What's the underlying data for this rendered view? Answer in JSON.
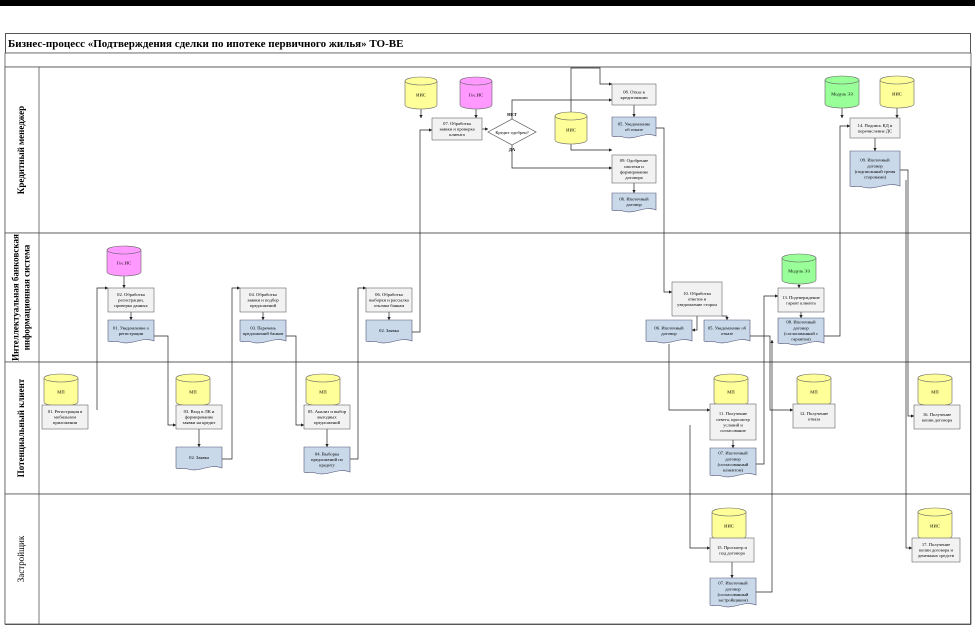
{
  "title": "Бизнес-процесс «Подтверждения сделки по ипотеке первичного жилья» ТО-ВЕ",
  "colors": {
    "db_yellow": "#ffff99",
    "db_pink": "#ff99ff",
    "db_green": "#99ff99",
    "document": "#c9d9ea",
    "process": "#f2f2f2",
    "line": "#222222"
  },
  "lanes": [
    {
      "id": "credit-manager",
      "label": "Кредитный менеджер"
    },
    {
      "id": "ibis",
      "label": "Интеллектуальная банковская информационная система"
    },
    {
      "id": "client",
      "label": "Потенциальный клиент"
    },
    {
      "id": "developer",
      "label": "Застройщик"
    }
  ],
  "databases": [
    {
      "id": "db-ibis-1",
      "label": "ИИС",
      "color": "yellow"
    },
    {
      "id": "db-gos-1",
      "label": "Гос.ИС",
      "color": "pink"
    },
    {
      "id": "db-ibis-2",
      "label": "ИИС",
      "color": "yellow"
    },
    {
      "id": "db-module-1",
      "label": "Модуль ЭЗ",
      "color": "green"
    },
    {
      "id": "db-ibis-3",
      "label": "ИИС",
      "color": "yellow"
    },
    {
      "id": "db-gos-2",
      "label": "Гос.ИС",
      "color": "pink"
    },
    {
      "id": "db-module-2",
      "label": "Модуль ЭЗ",
      "color": "green"
    },
    {
      "id": "db-mp-1",
      "label": "МП",
      "color": "yellow"
    },
    {
      "id": "db-mp-2",
      "label": "МП",
      "color": "yellow"
    },
    {
      "id": "db-mp-3",
      "label": "МП",
      "color": "yellow"
    },
    {
      "id": "db-mp-4",
      "label": "МП",
      "color": "yellow"
    },
    {
      "id": "db-mp-5",
      "label": "МП",
      "color": "yellow"
    },
    {
      "id": "db-mp-6",
      "label": "МП",
      "color": "yellow"
    },
    {
      "id": "db-ibis-4",
      "label": "ИИС",
      "color": "yellow"
    },
    {
      "id": "db-ibis-5",
      "label": "ИИС",
      "color": "yellow"
    }
  ],
  "processes": [
    {
      "id": "p07",
      "label": "07. Обработка заявки и проверка клиента"
    },
    {
      "id": "p08",
      "label": "08. Отказ в кредитовании"
    },
    {
      "id": "p09",
      "label": "09. Одобрение ипотеки и формирование договора"
    },
    {
      "id": "p14",
      "label": "14. Подпись КД и перечисление ДС"
    },
    {
      "id": "p02",
      "label": "02. Обработка регистрации, проверка данных"
    },
    {
      "id": "p04",
      "label": "04. Обработка заявки и подбор предложений"
    },
    {
      "id": "p06",
      "label": "06. Обработка выборки и рассылка отклика банкам"
    },
    {
      "id": "p10",
      "label": "10. Обработка ответов и уведомление сторон"
    },
    {
      "id": "p13",
      "label": "13. Подтверждение гарант клиента"
    },
    {
      "id": "p01",
      "label": "01. Регистрация в мобильном приложении"
    },
    {
      "id": "p03",
      "label": "03. Вход в ЛК и формирование заявки на кредит"
    },
    {
      "id": "p05",
      "label": "05. Анализ и выбор выгодных предложений"
    },
    {
      "id": "p11",
      "label": "11. Получение ответа, просмотр условий и согласование"
    },
    {
      "id": "p12",
      "label": "12. Получение отказа"
    },
    {
      "id": "p16",
      "label": "16. Получение копии договора"
    },
    {
      "id": "p15",
      "label": "15. Просмотр и под договора"
    },
    {
      "id": "p17",
      "label": "17. Получение копии договора и денежных средств"
    }
  ],
  "documents": [
    {
      "id": "d05a",
      "label": "05. Уведомление об отказе"
    },
    {
      "id": "d06a",
      "label": "06. Ипотечный договор"
    },
    {
      "id": "d09",
      "label": "09. Ипотечный договор (подписанный тремя сторонами)"
    },
    {
      "id": "d01",
      "label": "01. Уведомление о регистрации"
    },
    {
      "id": "d03",
      "label": "03. Перечень предложений банков"
    },
    {
      "id": "d02a",
      "label": "02. Заявка"
    },
    {
      "id": "d06b",
      "label": "06. Ипотечный договор"
    },
    {
      "id": "d05b",
      "label": "05. Уведомление об отказе"
    },
    {
      "id": "d08",
      "label": "08. Ипотечный договор (согласованный с гарантом)"
    },
    {
      "id": "d02b",
      "label": "02. Заявка"
    },
    {
      "id": "d04",
      "label": "04. Выборка предложений по кредиту"
    },
    {
      "id": "d07a",
      "label": "07. Ипотечный договор (согласованный клиентом)"
    },
    {
      "id": "d07b",
      "label": "07. Ипотечный договор (согласованный застройщиком)"
    }
  ],
  "decision": {
    "label": "Кредит одобрен?",
    "yes": "ДА",
    "no": "НЕТ"
  }
}
